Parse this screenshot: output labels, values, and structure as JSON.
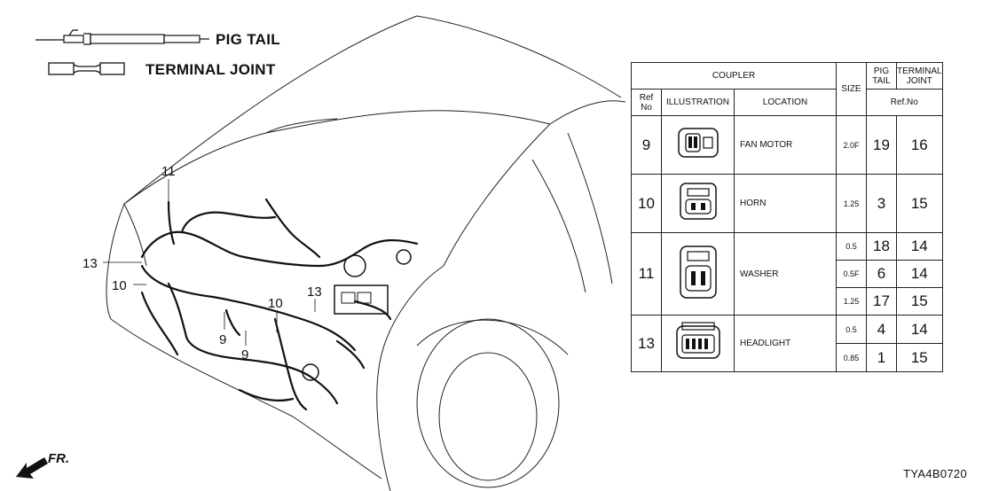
{
  "legend": {
    "pig_tail_label": "PIG TAIL",
    "terminal_joint_label": "TERMINAL JOINT"
  },
  "callouts": [
    {
      "id": "11"
    },
    {
      "id": "13"
    },
    {
      "id": "10"
    },
    {
      "id": "9"
    },
    {
      "id": "9"
    },
    {
      "id": "10"
    },
    {
      "id": "13"
    }
  ],
  "direction_label": "FR.",
  "diagram_code": "TYA4B0720",
  "table": {
    "header": {
      "coupler": "COUPLER",
      "size": "SIZE",
      "pig_tail": "PIG\nTAIL",
      "terminal_joint": "TERMINAL\nJOINT",
      "ref_no": "Ref\nNo",
      "illustration": "ILLUSTRATION",
      "location": "LOCATION",
      "refno_sub": "Ref.No"
    },
    "rows": [
      {
        "ref": "9",
        "location": "FAN MOTOR",
        "icon": "fan-motor-connector-icon",
        "sizes": [
          {
            "size": "2.0F",
            "pig_tail": "19",
            "terminal_joint": "16"
          }
        ]
      },
      {
        "ref": "10",
        "location": "HORN",
        "icon": "horn-connector-icon",
        "sizes": [
          {
            "size": "1.25",
            "pig_tail": "3",
            "terminal_joint": "15"
          }
        ]
      },
      {
        "ref": "11",
        "location": "WASHER",
        "icon": "washer-connector-icon",
        "sizes": [
          {
            "size": "0.5",
            "pig_tail": "18",
            "terminal_joint": "14"
          },
          {
            "size": "0.5F",
            "pig_tail": "6",
            "terminal_joint": "14"
          },
          {
            "size": "1.25",
            "pig_tail": "17",
            "terminal_joint": "15"
          }
        ]
      },
      {
        "ref": "13",
        "location": "HEADLIGHT",
        "icon": "headlight-connector-icon",
        "sizes": [
          {
            "size": "0.5",
            "pig_tail": "4",
            "terminal_joint": "14"
          },
          {
            "size": "0.85",
            "pig_tail": "1",
            "terminal_joint": "15"
          }
        ]
      }
    ]
  }
}
